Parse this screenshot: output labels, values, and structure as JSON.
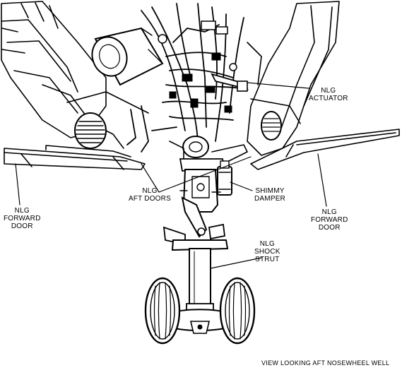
{
  "callouts": {
    "nlg_actuator": [
      "NLG",
      "ACTUATOR"
    ],
    "nlg_aft_doors": [
      "NLG",
      "AFT DOORS"
    ],
    "shimmy_damper": [
      "SHIMMY",
      "DAMPER"
    ],
    "nlg_forward_door_left": [
      "NLG",
      "FORWARD",
      "DOOR"
    ],
    "nlg_forward_door_right": [
      "NLG",
      "FORWARD",
      "DOOR"
    ],
    "nlg_shock_strut": [
      "NLG",
      "SHOCK",
      "STRUT"
    ]
  },
  "caption": "VIEW LOOKING AFT NOSEWHEEL WELL",
  "colors": {
    "ink": "#000000",
    "paper": "#ffffff"
  }
}
